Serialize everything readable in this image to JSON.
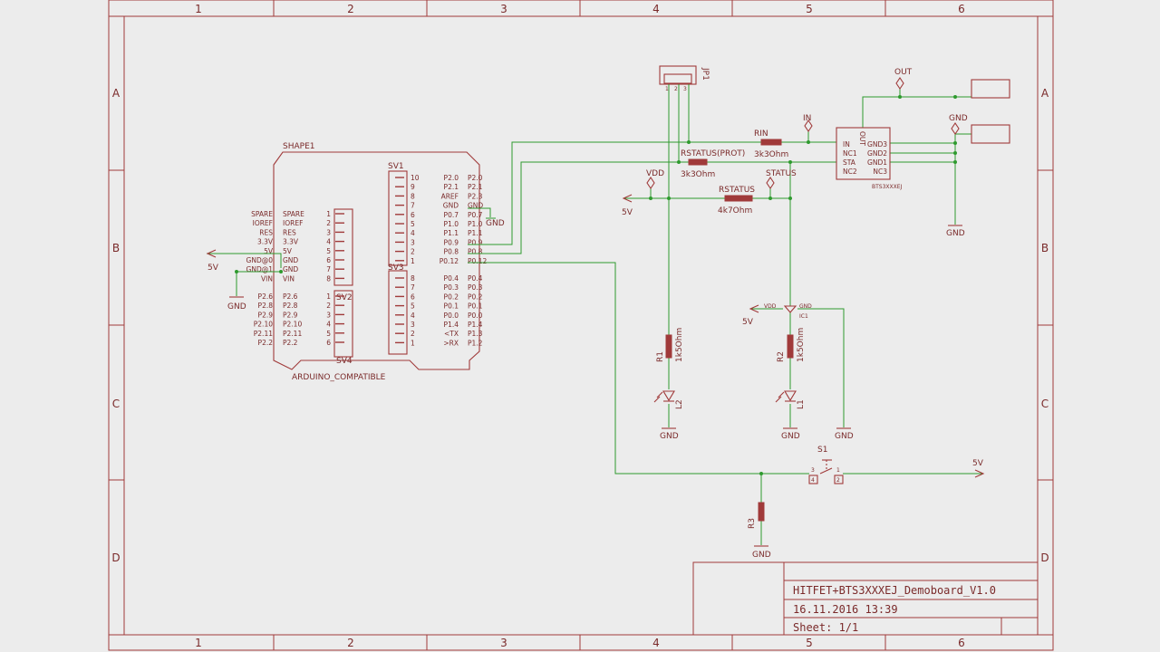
{
  "frame": {
    "columns": [
      "1",
      "2",
      "3",
      "4",
      "5",
      "6"
    ],
    "rows": [
      "A",
      "B",
      "C",
      "D"
    ]
  },
  "title_block": {
    "title": "HITFET+BTS3XXXEJ_Demoboard_V1.0",
    "date": "16.11.2016 13:39",
    "sheet": "Sheet: 1/1"
  },
  "arduino": {
    "shape_name": "SHAPE1",
    "shape_value": "ARDUINO_COMPATIBLE",
    "sv4": {
      "name": "SV4",
      "outer_labels": [
        "SPARE",
        "IOREF",
        "RES",
        "3.3V",
        "5V",
        "GND@0",
        "GND@1",
        "VIN"
      ],
      "inner_labels": [
        "SPARE",
        "IOREF",
        "RES",
        "3.3V",
        "5V",
        "GND",
        "GND",
        "VIN"
      ],
      "pins": [
        "1",
        "2",
        "3",
        "4",
        "5",
        "6",
        "7",
        "8"
      ]
    },
    "sv2": {
      "name": "SV2",
      "outer_labels": [
        "P2.6",
        "P2.8",
        "P2.9",
        "P2.10",
        "P2.11",
        "P2.2"
      ],
      "inner_labels": [
        "P2.6",
        "P2.8",
        "P2.9",
        "P2.10",
        "P2.11",
        "P2.2"
      ],
      "pins": [
        "1",
        "2",
        "3",
        "4",
        "5",
        "6"
      ]
    },
    "sv1": {
      "name": "SV1",
      "pins": [
        "10",
        "9",
        "8",
        "7",
        "6",
        "5",
        "4",
        "3",
        "2",
        "1"
      ],
      "inner_labels": [
        "P2.0",
        "P2.1",
        "AREF",
        "GND",
        "P0.7",
        "P1.0",
        "P1.1",
        "P0.9",
        "P0.8",
        "P0.12"
      ],
      "outer_labels": [
        "P2.0",
        "P2.1",
        "P2.3",
        "GND",
        "P0.7",
        "P1.0",
        "P1.1",
        "P0.9",
        "P0.8",
        "P0.12"
      ]
    },
    "sv3": {
      "name": "SV3",
      "pins": [
        "8",
        "7",
        "6",
        "5",
        "4",
        "3",
        "2",
        "1"
      ],
      "inner_labels": [
        "P0.4",
        "P0.3",
        "P0.2",
        "P0.1",
        "P0.0",
        "P1.4",
        "<TX",
        ">RX"
      ],
      "outer_labels": [
        "P0.4",
        "P0.3",
        "P0.2",
        "P0.1",
        "P0.0",
        "P1.4",
        "P1.3",
        "P1.2"
      ]
    },
    "left_5v": "5V",
    "left_gnd": "GND",
    "sv1_gnd": "GND"
  },
  "jp1": {
    "name": "JP1",
    "pins": [
      "1",
      "2",
      "3"
    ]
  },
  "resistors": {
    "rin": {
      "name": "RIN",
      "value": "3k3Ohm"
    },
    "rstatus_prot": {
      "name": "RSTATUS(PROT)",
      "value": "3k3Ohm"
    },
    "rstatus": {
      "name": "RSTATUS",
      "value": "4k7Ohm"
    },
    "r1": {
      "name": "R1",
      "value": "1k5Ohm"
    },
    "r2": {
      "name": "R2",
      "value": "1k5Ohm"
    },
    "r3": {
      "name": "R3"
    }
  },
  "ic": {
    "name": "BTS3XXXEJ",
    "out_label": "OUT",
    "left_pins": [
      "IN",
      "NC1",
      "STA",
      "NC2"
    ],
    "right_pins": [
      "GND3",
      "GND2",
      "GND1",
      "NC3"
    ]
  },
  "ic1": {
    "name": "IC1",
    "vdd": "VDD",
    "gnd": "GND"
  },
  "leds": {
    "l1": "L1",
    "l2": "L2"
  },
  "switch": {
    "name": "S1",
    "pins": [
      "3",
      "1",
      "4",
      "2"
    ]
  },
  "nets": {
    "out": "OUT",
    "in": "IN",
    "gnd_top": "GND",
    "gnd_right": "GND",
    "vdd": "VDD",
    "status": "STATUS",
    "v5_mid": "5V",
    "v5_ic1": "5V",
    "v5_switch": "5V",
    "gnd_r1": "GND",
    "gnd_r2": "GND",
    "gnd_ic1": "GND",
    "gnd_r3": "GND"
  }
}
